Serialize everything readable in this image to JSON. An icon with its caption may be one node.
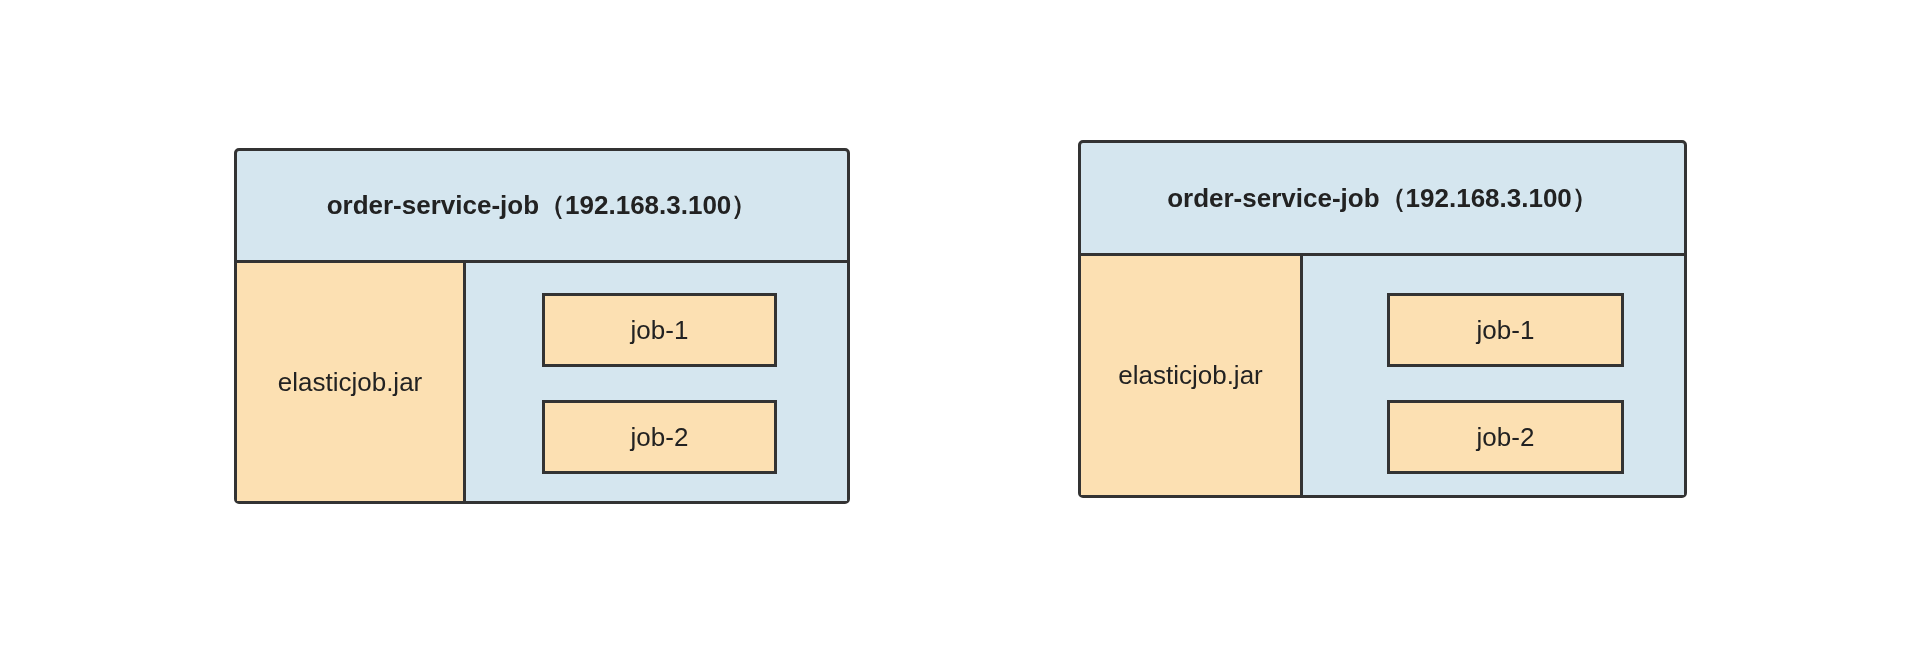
{
  "diagram": {
    "nodes": [
      {
        "text": [
          "order-service-job（192.168.3.100）"
        ]
      },
      {
        "text": [
          "elasticjob.jar"
        ],
        "in": 0
      },
      {
        "text": [],
        "shape": "box",
        "in": 0
      },
      {
        "text": [
          "job-1"
        ],
        "in": 2
      },
      {
        "text": [
          "job-2"
        ],
        "in": 2
      },
      {
        "text": [
          "order-service-job（192.168.3.100）"
        ]
      },
      {
        "text": [
          "elasticjob.jar"
        ],
        "in": 5
      },
      {
        "text": [],
        "shape": "box",
        "in": 5
      },
      {
        "text": [
          "job-1"
        ],
        "in": 7
      },
      {
        "text": [
          "job-2"
        ],
        "in": 7
      }
    ]
  }
}
